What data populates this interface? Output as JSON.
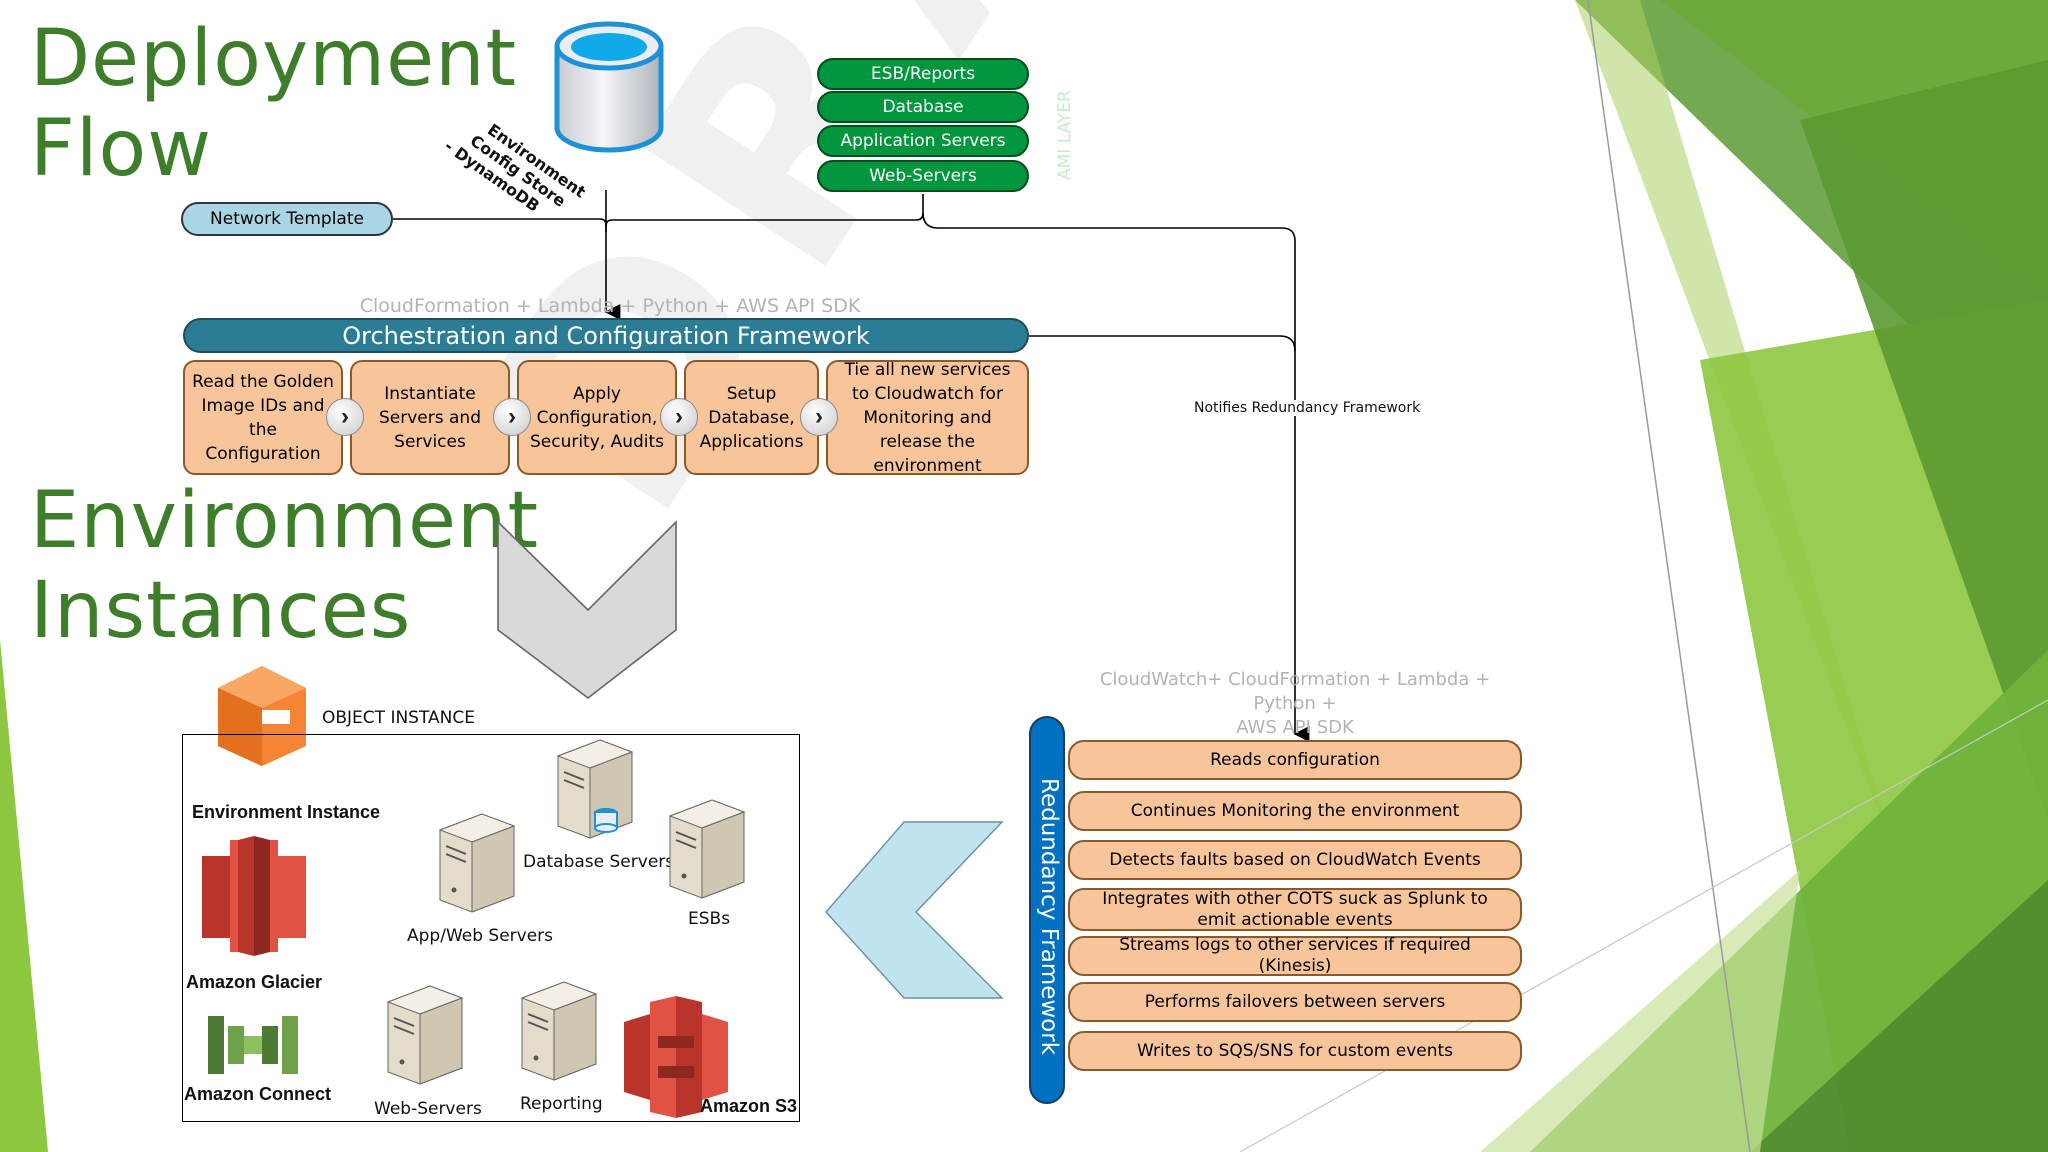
{
  "titles": {
    "deployment_line1": "Deployment",
    "deployment_line2": "Flow",
    "environment_line1": "Environment",
    "environment_line2": "Instances"
  },
  "config_store_label": [
    "Environment",
    "Config Store",
    "- DynamoDB"
  ],
  "ami_stack": [
    "ESB/Reports",
    "Database",
    "Application Servers",
    "Web-Servers"
  ],
  "ami_layer_label": "AMI LAYER",
  "network_template": "Network Template",
  "orchestration": {
    "tech_caption": "CloudFormation + Lambda + Python + AWS API SDK",
    "bar_label": "Orchestration and Configuration Framework",
    "steps": [
      "Read the Golden Image IDs and the Configuration",
      "Instantiate Servers and Services",
      "Apply Configuration, Security, Audits",
      "Setup Database, Applications",
      "Tie all new services to Cloudwatch for Monitoring and release the environment"
    ]
  },
  "notifies_label": "Notifies Redundancy Framework",
  "watermark": "DRAFT",
  "redundancy": {
    "tech_caption_line1": "CloudWatch+ CloudFormation + Lambda + Python +",
    "tech_caption_line2": "AWS API SDK",
    "bar_label": "Redundancy Framework",
    "items": [
      "Reads configuration",
      "Continues Monitoring the environment",
      "Detects faults based on CloudWatch Events",
      "Integrates with other COTS suck as Splunk to emit actionable events",
      "Streams logs to other services if required (Kinesis)",
      "Performs failovers between servers",
      "Writes to SQS/SNS for custom events"
    ]
  },
  "object_instance": {
    "label": "OBJECT INSTANCE",
    "env_instance": "Environment Instance",
    "glacier": "Amazon Glacier",
    "connect": "Amazon Connect",
    "s3": "Amazon S3",
    "servers": {
      "database": "Database Servers",
      "appweb": "App/Web Servers",
      "esbs": "ESBs",
      "web": "Web-Servers",
      "reporting": "Reporting"
    }
  },
  "colors": {
    "title_green": "#3e7d2a",
    "ami_green": "#00963d",
    "orchestration_blue": "#2b7d96",
    "step_orange": "#f8c59b",
    "redundancy_blue": "#0070c0"
  }
}
